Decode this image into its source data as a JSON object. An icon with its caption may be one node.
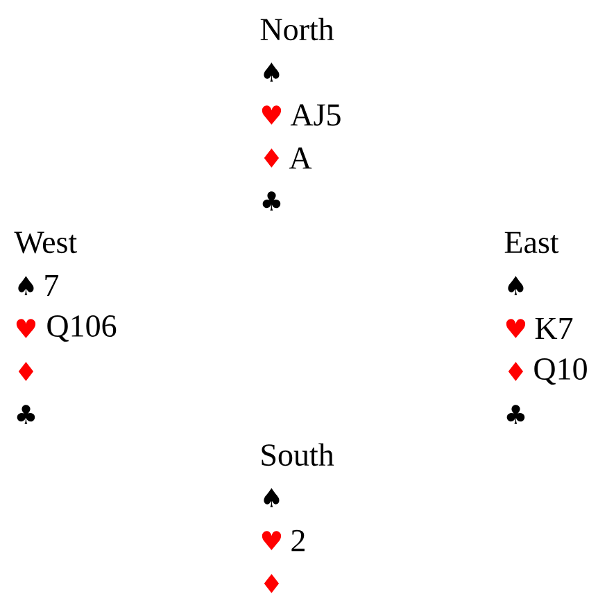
{
  "diagram": {
    "labels": [
      "North",
      "♠",
      "♥",
      "AJ5",
      "♦",
      "A",
      "♣",
      "West",
      "♠",
      "7",
      "♥",
      "Q106",
      "♦",
      "♣",
      "East",
      "♠",
      "♥",
      "K7",
      "♦",
      "Q10",
      "♣",
      "South",
      "♠",
      "♥",
      "2",
      "♦"
    ]
  }
}
